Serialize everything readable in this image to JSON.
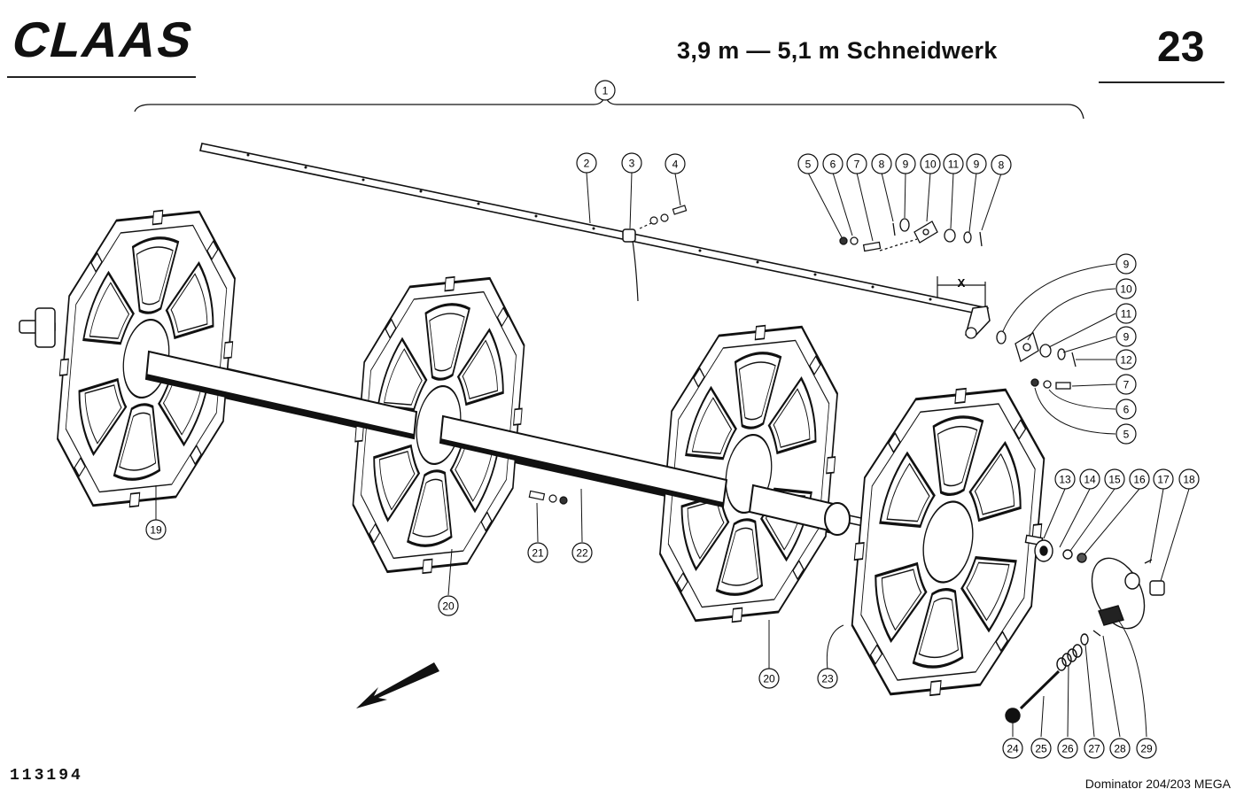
{
  "header": {
    "brand": "CLAAS",
    "title": "3,9 m — 5,1 m Schneidwerk",
    "page_number": "23"
  },
  "footer": {
    "drawing_ref": "113194",
    "model": "Dominator 204/203 MEGA"
  },
  "dimension_label": "X",
  "callouts": [
    "1",
    "2",
    "3",
    "4",
    "5",
    "6",
    "7",
    "8",
    "9",
    "10",
    "11",
    "9",
    "8",
    "9",
    "10",
    "11",
    "9",
    "12",
    "7",
    "6",
    "5",
    "13",
    "14",
    "15",
    "16",
    "17",
    "18",
    "19",
    "20",
    "21",
    "22",
    "20",
    "23",
    "24",
    "25",
    "26",
    "27",
    "28",
    "29"
  ]
}
